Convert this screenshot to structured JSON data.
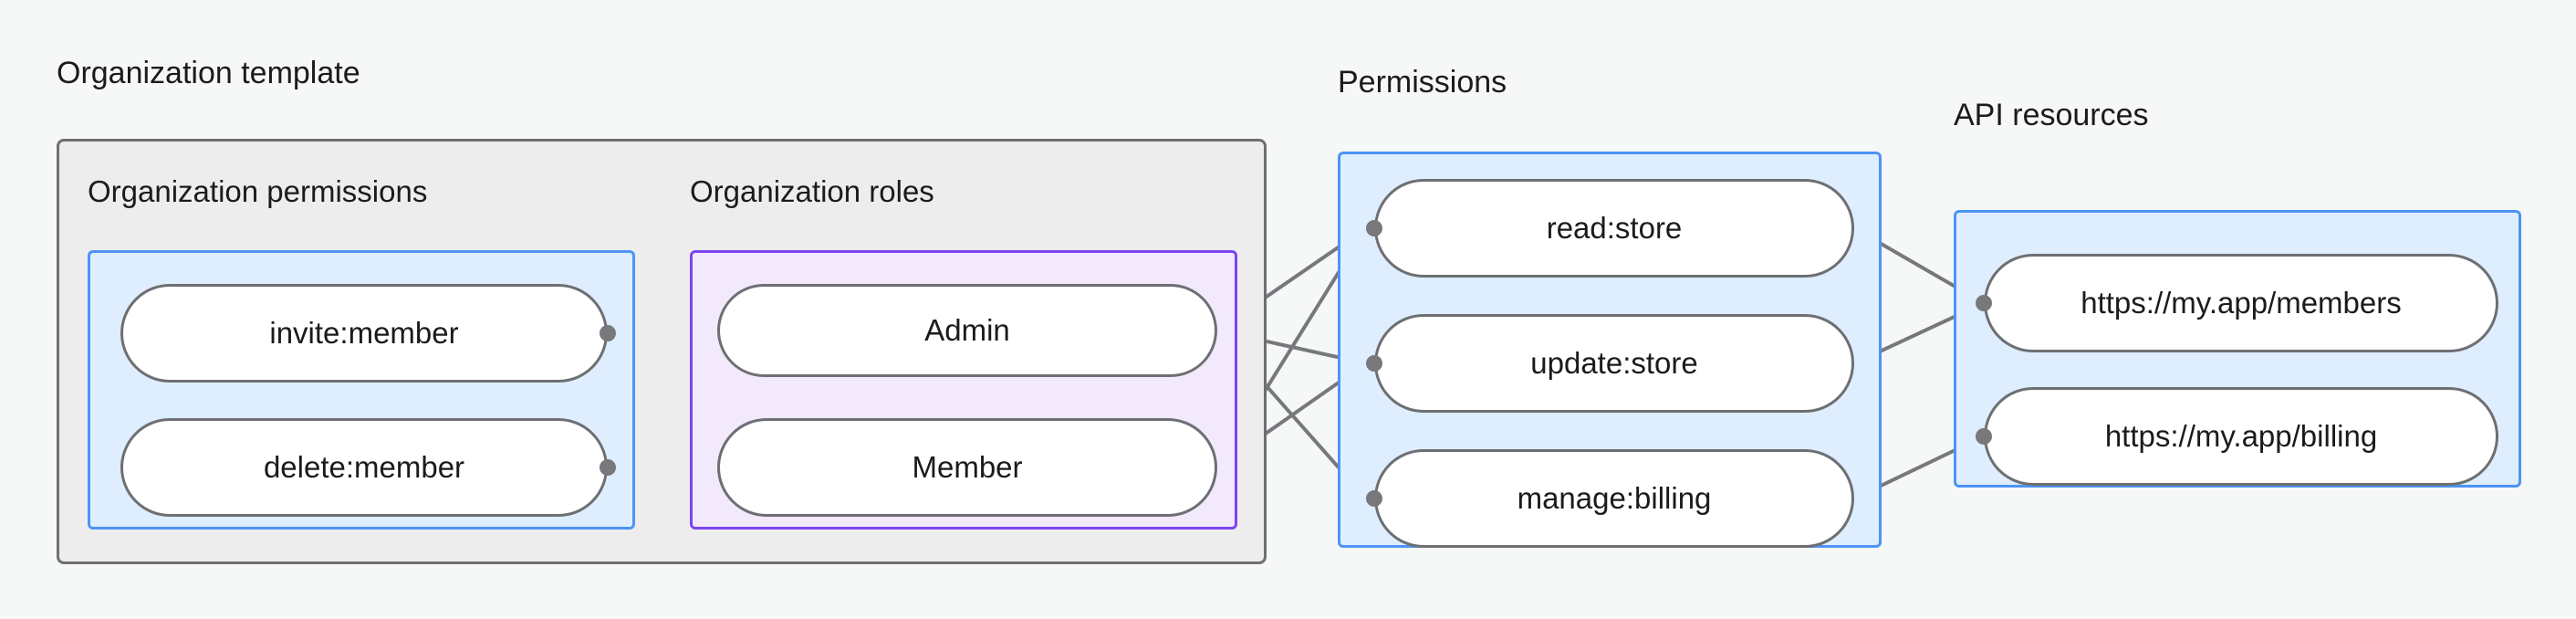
{
  "diagram": {
    "title_groups": {
      "org_template": "Organization template",
      "org_permissions": "Organization permissions",
      "org_roles": "Organization roles",
      "permissions": "Permissions",
      "api_resources": "API resources"
    },
    "colors": {
      "canvas_bg": "#f6f7f7",
      "outer_box_bg": "#ededed",
      "outer_box_border": "#6d6f72",
      "blue_box_bg": "#dfeeff",
      "blue_box_border": "#4d94f5",
      "purple_box_bg": "#f2e9fd",
      "purple_box_border": "#7e45ef",
      "node_bg": "#ffffff",
      "node_border": "#6d6f72",
      "edge_stroke": "#76787b",
      "text": "#1b1b1f"
    },
    "org_permissions_nodes": [
      {
        "id": "invite-member",
        "label": "invite:member"
      },
      {
        "id": "delete-member",
        "label": "delete:member"
      }
    ],
    "org_roles_nodes": [
      {
        "id": "admin",
        "label": "Admin"
      },
      {
        "id": "member",
        "label": "Member"
      }
    ],
    "permissions_nodes": [
      {
        "id": "read-store",
        "label": "read:store"
      },
      {
        "id": "update-store",
        "label": "update:store"
      },
      {
        "id": "manage-billing",
        "label": "manage:billing"
      }
    ],
    "api_resource_nodes": [
      {
        "id": "members-url",
        "label": "https://my.app/members"
      },
      {
        "id": "billing-url",
        "label": "https://my.app/billing"
      }
    ],
    "edges": [
      {
        "from": "invite-member",
        "to": "admin"
      },
      {
        "from": "invite-member",
        "to": "member"
      },
      {
        "from": "delete-member",
        "to": "member"
      },
      {
        "from": "admin",
        "to": "read-store"
      },
      {
        "from": "admin",
        "to": "update-store"
      },
      {
        "from": "admin",
        "to": "manage-billing"
      },
      {
        "from": "member",
        "to": "read-store"
      },
      {
        "from": "member",
        "to": "update-store"
      },
      {
        "from": "read-store",
        "to": "members-url"
      },
      {
        "from": "update-store",
        "to": "members-url"
      },
      {
        "from": "manage-billing",
        "to": "billing-url"
      }
    ]
  }
}
